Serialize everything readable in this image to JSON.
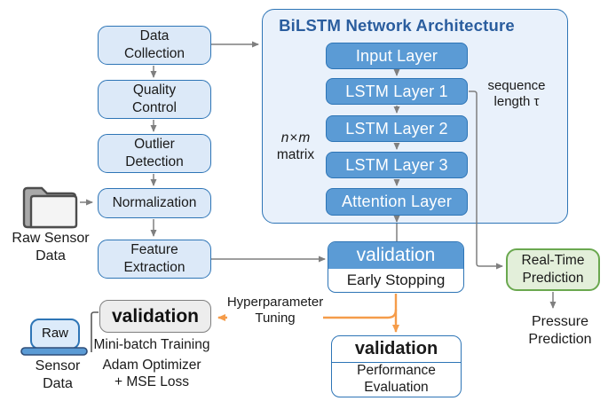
{
  "colors": {
    "accent_blue": "#2e75b6",
    "layer_blue": "#5b9bd5",
    "step_fill": "#dce9f8",
    "panel_fill": "#e9f1fb",
    "title_blue": "#2a5d9e",
    "green_fill": "#e3efda",
    "green_border": "#6aa84f",
    "gray_fill": "#ededed",
    "gray_border": "#7f7f7f",
    "line_gray": "#7f7f7f",
    "line_dark": "#595959",
    "orange": "#f59c4a"
  },
  "pipeline": {
    "steps": [
      {
        "label": "Data\nCollection"
      },
      {
        "label": "Quality\nControl"
      },
      {
        "label": "Outlier\nDetection"
      },
      {
        "label": "Normalization"
      },
      {
        "label": "Feature\nExtraction"
      }
    ]
  },
  "sources": {
    "folder_caption": "Raw Sensor\nData",
    "laptop_screen": "Raw",
    "laptop_caption": "Sensor\nData"
  },
  "network": {
    "title": "BiLSTM Network Architecture",
    "layers": [
      {
        "label": "Input Layer"
      },
      {
        "label": "LSTM Layer 1"
      },
      {
        "label": "LSTM Layer 2"
      },
      {
        "label": "LSTM Layer 3"
      },
      {
        "label": "Attention Layer"
      }
    ],
    "matrix_n": "n",
    "matrix_times": "×",
    "matrix_m": "m",
    "matrix_word": "matrix",
    "sequence_label": "sequence\nlength τ"
  },
  "validation_mid": {
    "title": "validation",
    "subtitle": "Early Stopping"
  },
  "training": {
    "title": "validation",
    "note_1": "Mini-batch Training",
    "note_2": "Adam Optimizer\n+ MSE Loss"
  },
  "hyperparameter": {
    "label": "Hyperparameter\nTuning"
  },
  "evaluation": {
    "title": "validation",
    "subtitle": "Performance\nEvaluation"
  },
  "prediction": {
    "realtime_label": "Real-Time\nPrediction",
    "output_label": "Pressure\nPrediction"
  }
}
